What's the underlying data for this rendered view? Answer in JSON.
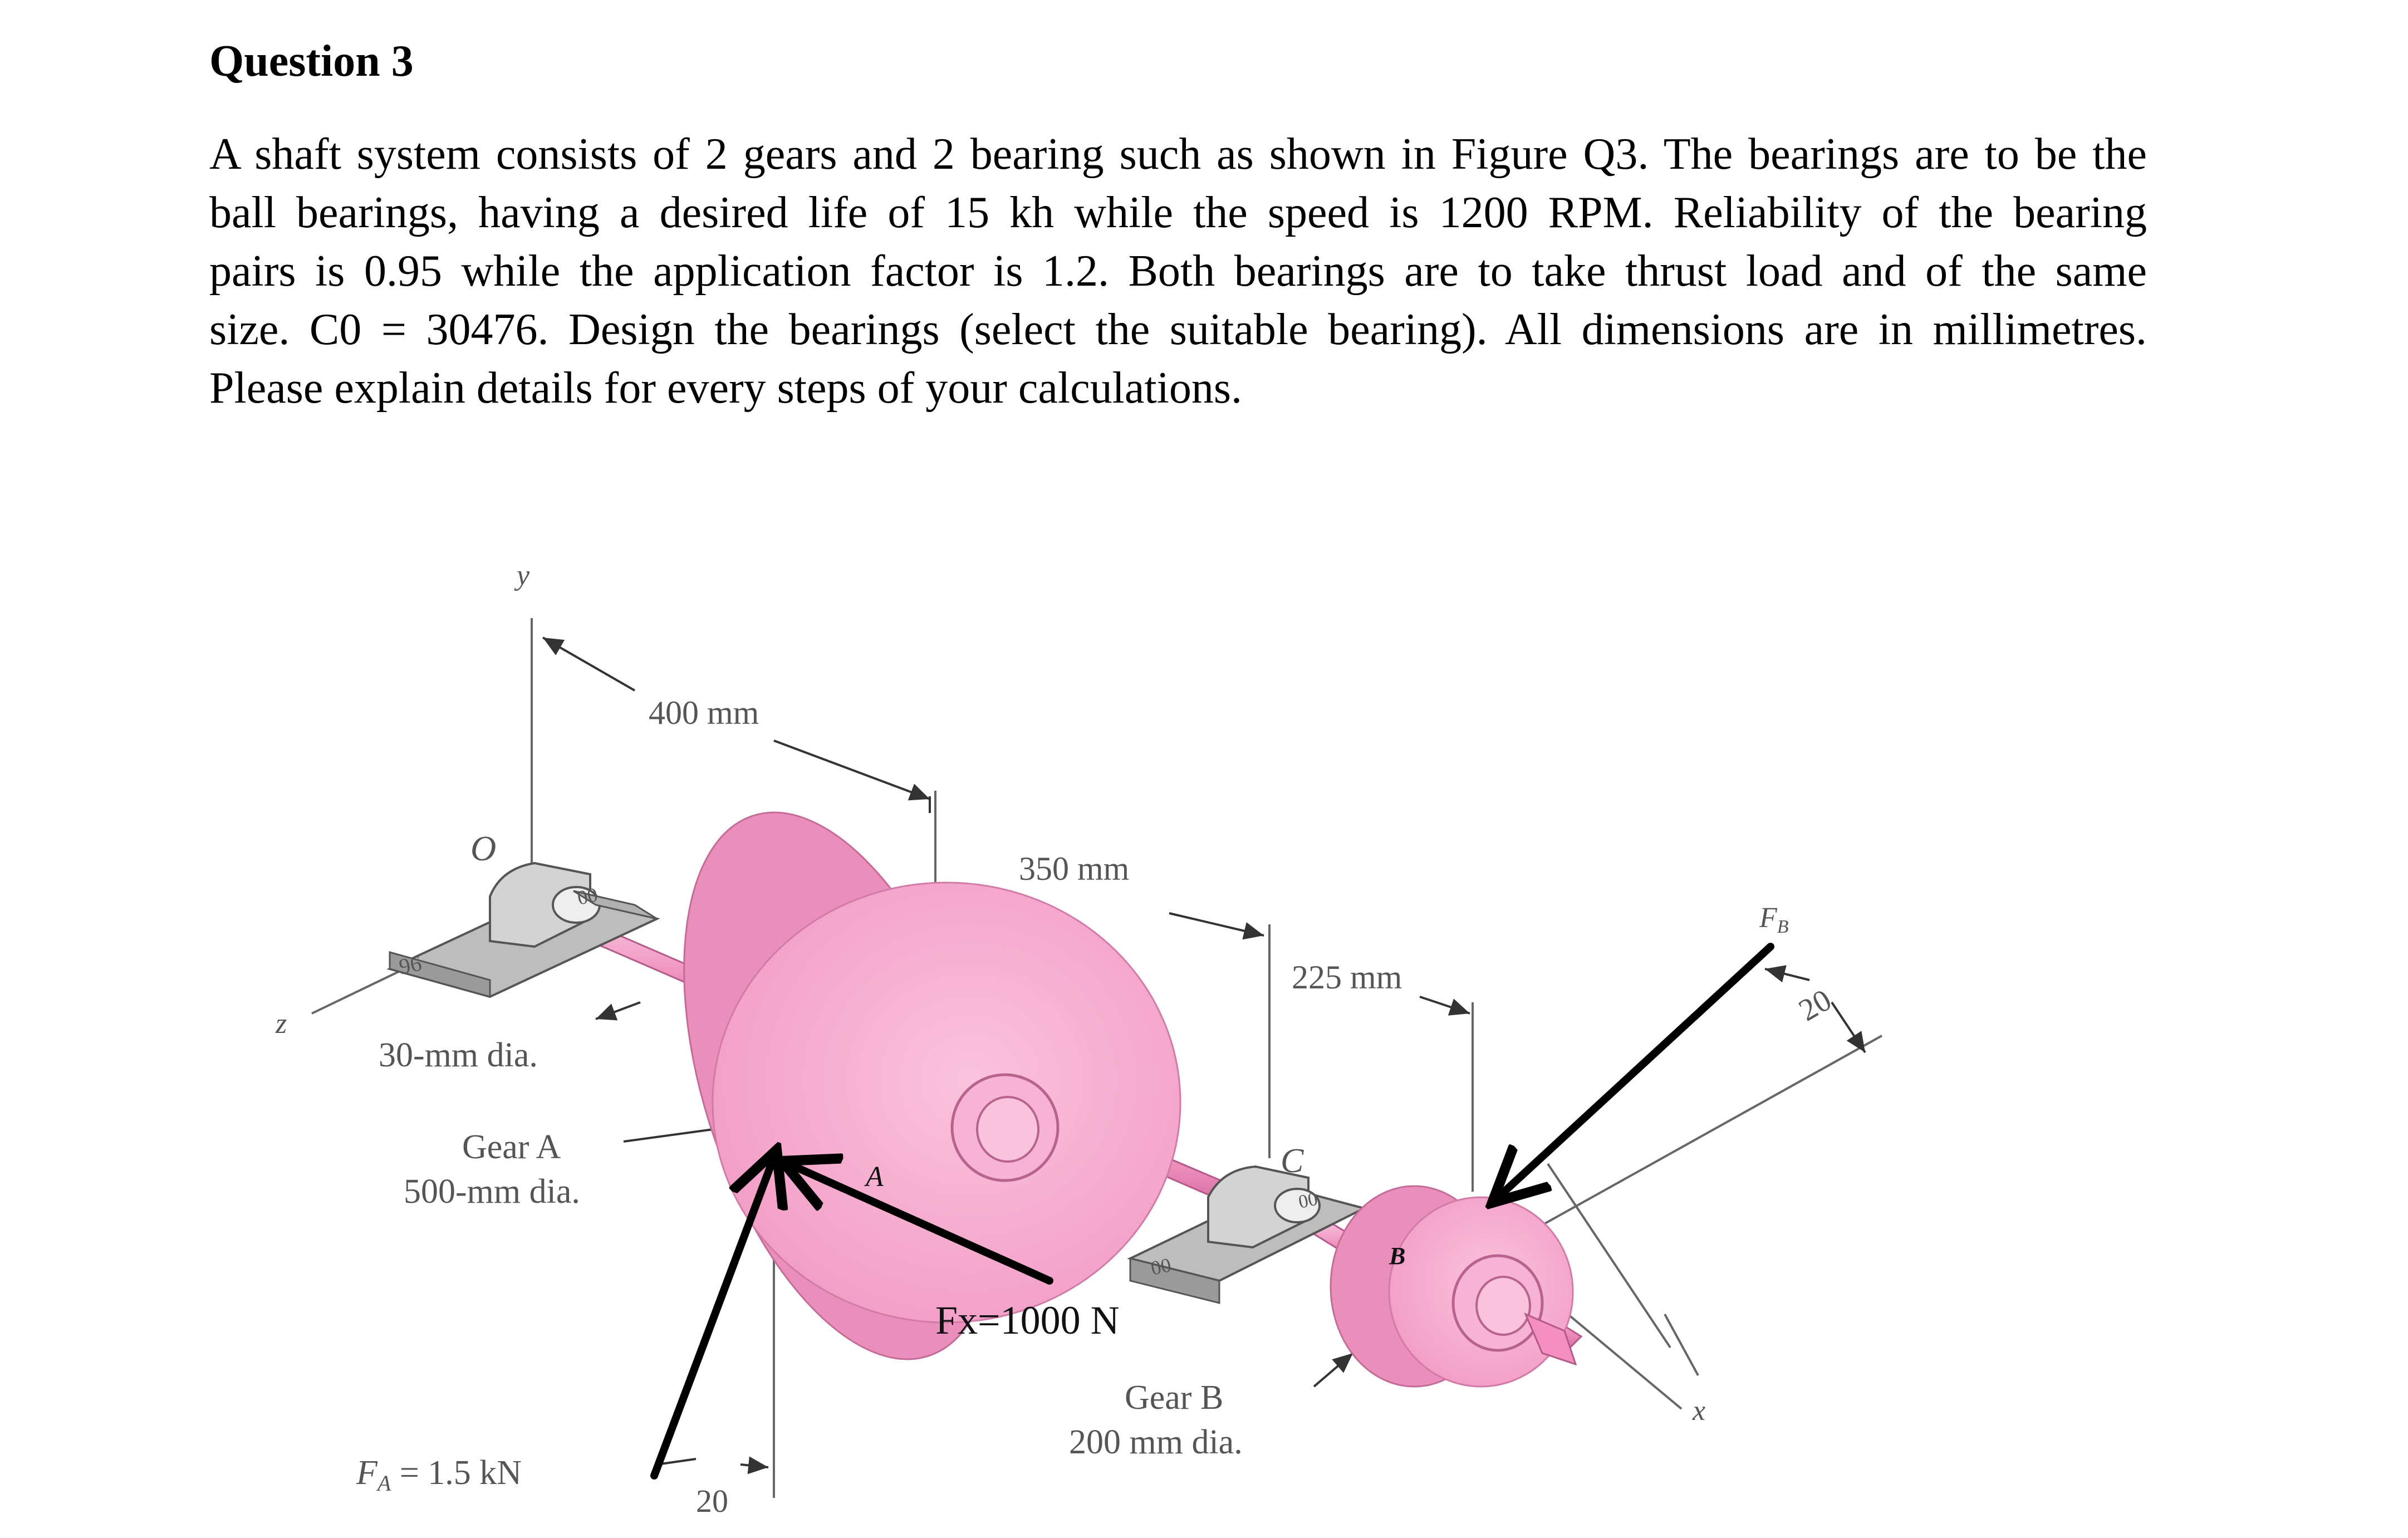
{
  "question": {
    "title": "Question 3",
    "lines": [
      "A shaft system consists of 2 gears and 2 bearing such as shown in Figure Q3. The bearings are to be the",
      "ball bearings, having a desired life of 15 kh while the speed is 1200 RPM. Reliability of the bearing",
      "pairs is 0.95 while the application factor is 1.2. Both bearings are to take thrust load and of the same",
      "size. C0 = 30476. Design the bearings (select the suitable bearing). All dimensions are in millimetres.",
      "Please explain details for every steps of your calculations."
    ]
  },
  "figure": {
    "axis_y": "y",
    "axis_x": "x",
    "axis_z": "z",
    "origin": "O",
    "dim_400": "400 mm",
    "dim_350": "350 mm",
    "dim_225": "225 mm",
    "shaft_dia": "30-mm dia.",
    "gear_a_name": "Gear A",
    "gear_a_dia": "500-mm dia.",
    "gear_a_letter": "A",
    "bearing_c": "C",
    "gear_b_letter": "B",
    "force_x": "Fx=1000 N",
    "gear_b_name": "Gear B",
    "gear_b_dia": "200 mm dia.",
    "force_a": "F",
    "force_a_sub": "A",
    "force_a_value": " = 1.5 kN",
    "angle_a": "20",
    "force_b": "F",
    "force_b_sub": "B",
    "angle_b": "20",
    "colors": {
      "gear": "#f5a6cc",
      "gear_shade": "#e98ab8",
      "bearing": "#c8c8c8",
      "arrow": "#000000"
    }
  }
}
